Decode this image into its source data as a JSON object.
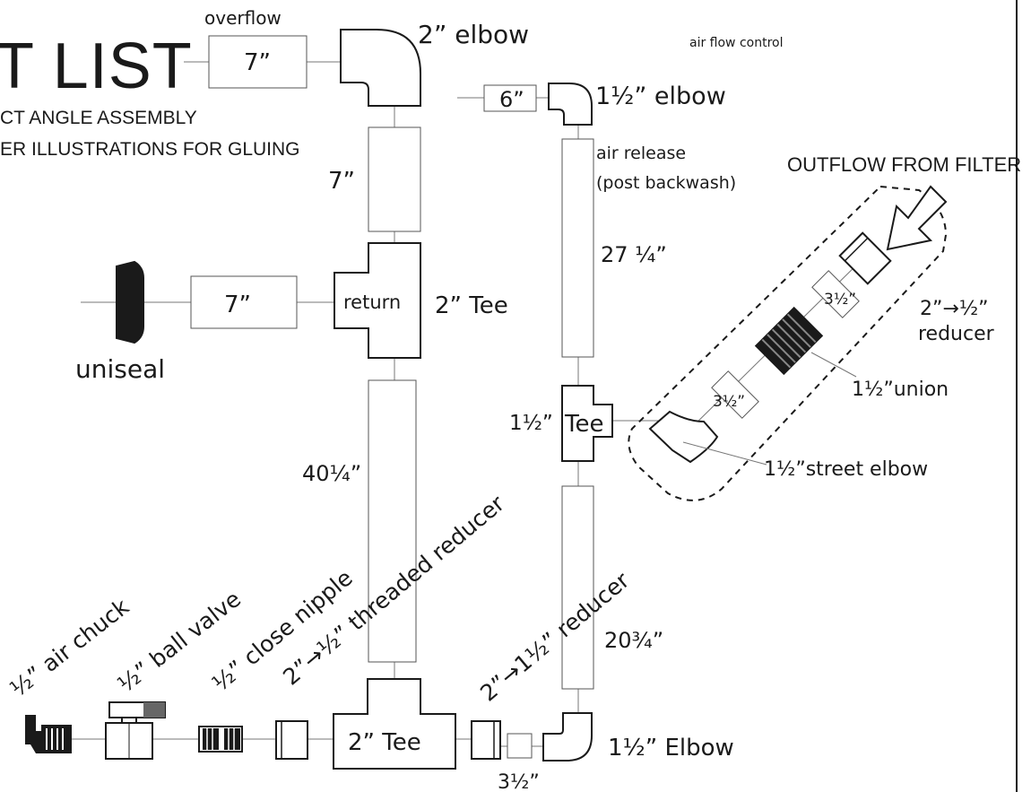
{
  "header": {
    "title": "T LIST",
    "subtitle_line1": "CT ANGLE ASSEMBLY",
    "subtitle_line2": "ER ILLUSTRATIONS FOR GLUING"
  },
  "labels": {
    "overflow": "overflow",
    "elbow_2": "2”  elbow",
    "air_flow_control": "air flow control",
    "elbow_15_top": "1½”  elbow",
    "air_release_1": "air release",
    "air_release_2": "(post backwash)",
    "outflow_from_filter": "OUTFLOW FROM FILTER",
    "return": "return",
    "tee_2_top": "2” Tee",
    "uniseal": "uniseal",
    "reducer_2_to_half_a": "2”→½”",
    "reducer_2_to_half_b": "reducer",
    "union": "1½”union",
    "tee_15": "1½”",
    "tee_15_word": "Tee",
    "street_elbow": "1½”street elbow",
    "air_chuck": "½” air chuck",
    "ball_valve": "½” ball valve",
    "close_nipple": "½” close nipple",
    "threaded_reducer": "2”→½” threaded reducer",
    "reducer_2_to_15": "2”→1½” reducer",
    "tee_2_bottom": "2” Tee",
    "elbow_15_bottom": "1½”  Elbow"
  },
  "lengths": {
    "overflow_pipe": "7”",
    "vertical_top": "7”",
    "return_pipe": "7”",
    "air_pipe": "6”",
    "air_release_pipe": "27 ¼”",
    "main_vertical": "40¼”",
    "lower_right_pipe": "20¾”",
    "bottom_short": "3½”",
    "diag_upper": "3½”",
    "diag_lower": "3½”"
  }
}
